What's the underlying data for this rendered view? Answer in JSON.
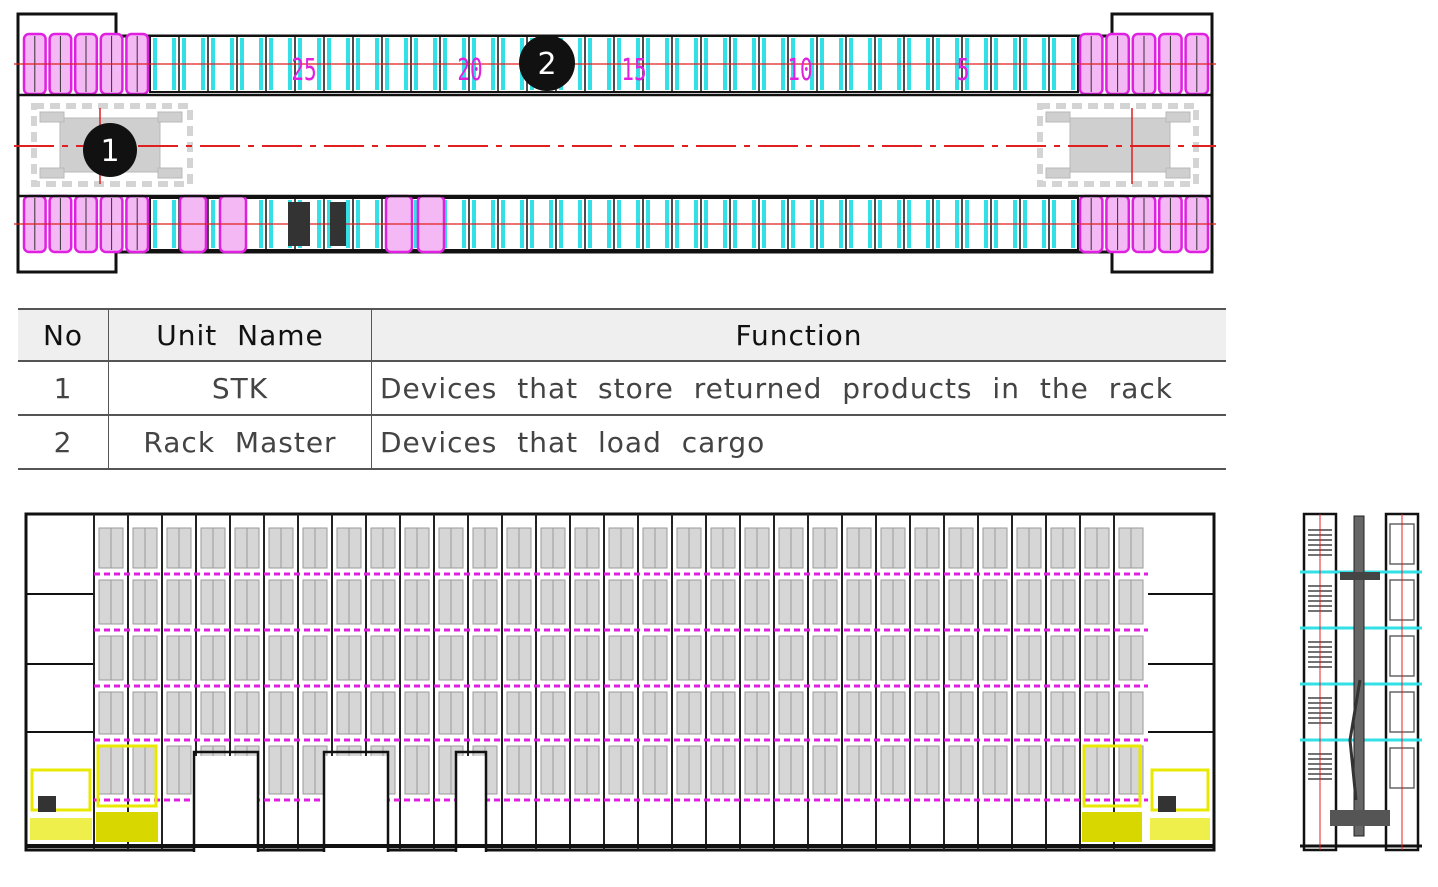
{
  "plan": {
    "markers": [
      {
        "id": "marker-1",
        "label": "1"
      },
      {
        "id": "marker-2",
        "label": "2"
      }
    ],
    "rack_numbers": [
      "25",
      "20",
      "15",
      "10",
      "5"
    ]
  },
  "table": {
    "headers": [
      "No",
      "Unit Name",
      "Function"
    ],
    "rows": [
      {
        "no": "1",
        "unit": "STK",
        "function": "Devices that store returned products in the rack"
      },
      {
        "no": "2",
        "unit": "Rack Master",
        "function": "Devices that load cargo"
      }
    ]
  },
  "colors": {
    "rack_cyan": "#33e0e6",
    "magenta": "#e020e0",
    "center_line": "#e02020",
    "equipment_gray": "#c8c8c8",
    "yellow_equipment": "#e8e800"
  }
}
